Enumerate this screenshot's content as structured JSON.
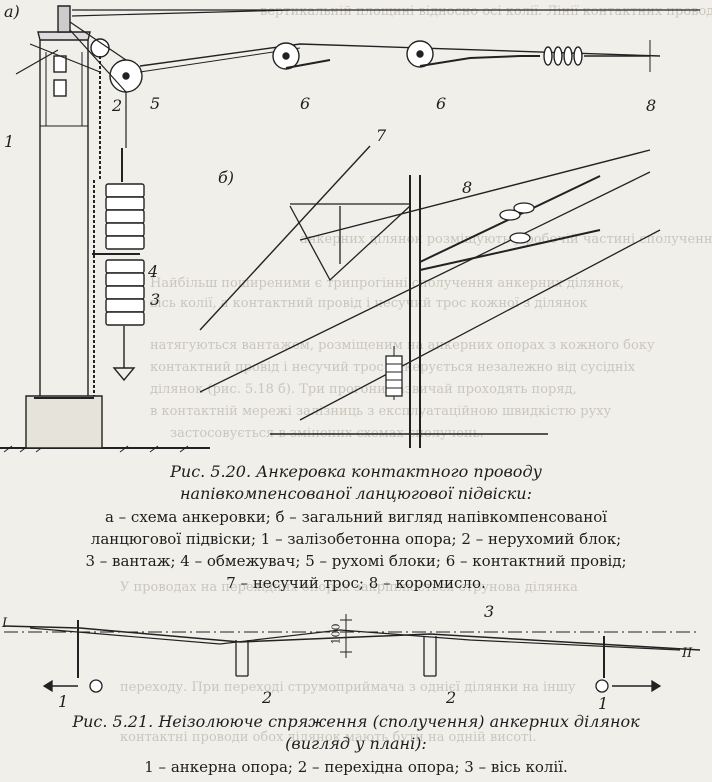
{
  "fig520": {
    "panel_a": "а)",
    "panel_b": "б)",
    "labels": {
      "l1": "1",
      "l2": "2",
      "l3": "3",
      "l4": "4",
      "l5": "5",
      "l6a": "6",
      "l6b": "6",
      "l7": "7",
      "l8a": "8",
      "l8b": "8"
    },
    "caption_title": "Рис. 5.20. Анкеровка контактного проводу",
    "caption_title2": "напівкомпенсованої ланцюгової підвіски:",
    "legend": [
      "а – схема анкеровки; б – загальний вигляд напівкомпенсованої",
      "ланцюгової підвіски; 1 – залізобетонна опора; 2 – нерухомий блок;",
      "3 – вантаж; 4 – обмежувач; 5 – рухомі блоки; 6 – контактний провід;",
      "7 – несучий трос; 8 – коромисло."
    ]
  },
  "fig521": {
    "labels": {
      "dim": "100",
      "axis": "3",
      "lineI": "I",
      "lineII": "II",
      "p1a": "1",
      "p2a": "2",
      "p2b": "2",
      "p1b": "1"
    },
    "caption_title": "Рис. 5.21. Неізолююче спряження (сполучення) анкерних ділянок",
    "caption_title2": "(вигляд у плані):",
    "legend": "1 – анкерна опора; 2 – перехідна опора; 3 – вісь колії."
  },
  "ghost_text": [
    "вертикальній площині відносно осі колії. Лінії контактних проводів",
    "анкерних ділянок розміщують у робочій частині сполучення.",
    "Найбільш поширеними є трипрогінні сполучення анкерних ділянок,",
    "вісь колії, а контактний провід і несучий трос кожної з ділянок",
    "натягуються вантажем, розміщеним на анкерних опорах з кожного боку",
    "контактний провід і несучий трос анкерується незалежно від сусідніх",
    "ділянок (рис. 5.18 б). Три прогони зазвичай проходять поряд,",
    "в контактній мережі залізниць з експлуатаційною швидкістю руху",
    "застосовується в змінених схемах сполучень.",
    "У проводах на перехідних опорах закріплюється струнова ділянка",
    "переходу. При переході струмоприймача з однієї ділянки на іншу",
    "контактні проводи обох ділянок мають бути на одній висоті."
  ]
}
